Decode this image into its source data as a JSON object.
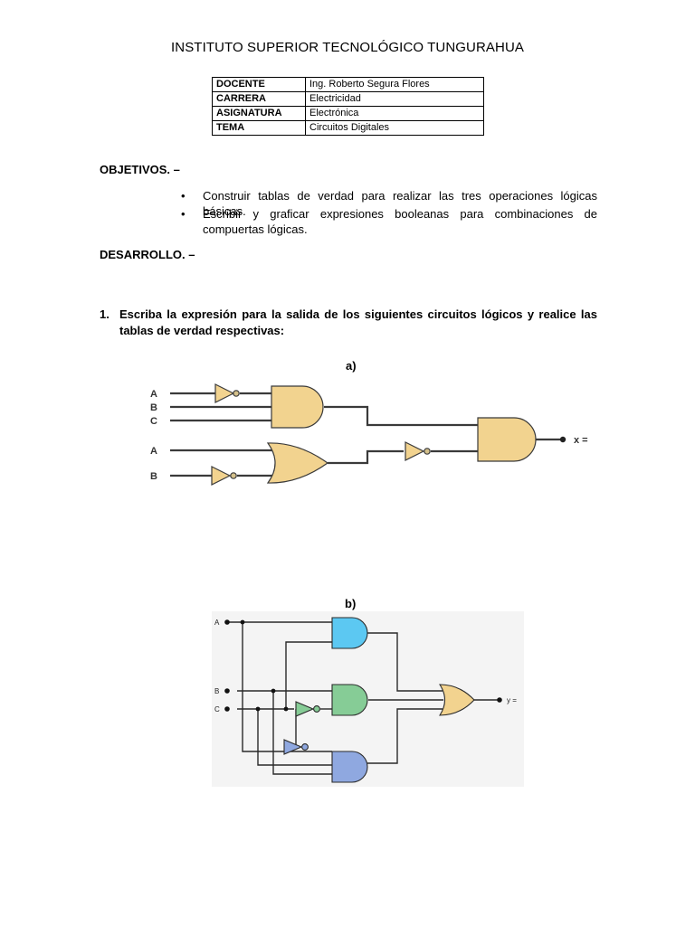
{
  "header": {
    "title": "INSTITUTO SUPERIOR TECNOLÓGICO TUNGURAHUA"
  },
  "info_table": [
    {
      "key": "DOCENTE",
      "value": "Ing. Roberto Segura Flores"
    },
    {
      "key": "CARRERA",
      "value": "Electricidad"
    },
    {
      "key": "ASIGNATURA",
      "value": "Electrónica"
    },
    {
      "key": "TEMA",
      "value": "Circuitos Digitales"
    }
  ],
  "objectives": {
    "heading": "OBJETIVOS. –",
    "bullet": "•",
    "items": [
      "Construir tablas de verdad para realizar las tres operaciones lógicas básicas.",
      "Escribir y graficar expresiones booleanas para combinaciones de compuertas lógicas."
    ]
  },
  "development": {
    "heading": "DESARROLLO. –"
  },
  "question1": {
    "number": "1.",
    "text": "Escriba la expresión para la salida de los siguientes circuitos lógicos y realice las tablas de verdad respectivas:"
  },
  "circuit_a": {
    "label": "a)",
    "inputs": [
      "A",
      "B",
      "C",
      "A",
      "B"
    ],
    "output": "x =",
    "colors": {
      "gate": "#f2d38f",
      "stroke": "#3a3a3a",
      "bubble": "#d4c08a"
    }
  },
  "circuit_b": {
    "label": "b)",
    "inputs": [
      "A",
      "B",
      "C"
    ],
    "output": "y =",
    "colors": {
      "and1": "#5cc8f2",
      "and2": "#86cc96",
      "and3": "#8fa8e0",
      "not1": "#86cc96",
      "not2": "#8fa8e0",
      "or": "#f2d38f",
      "bg": "#f4f4f4"
    }
  }
}
